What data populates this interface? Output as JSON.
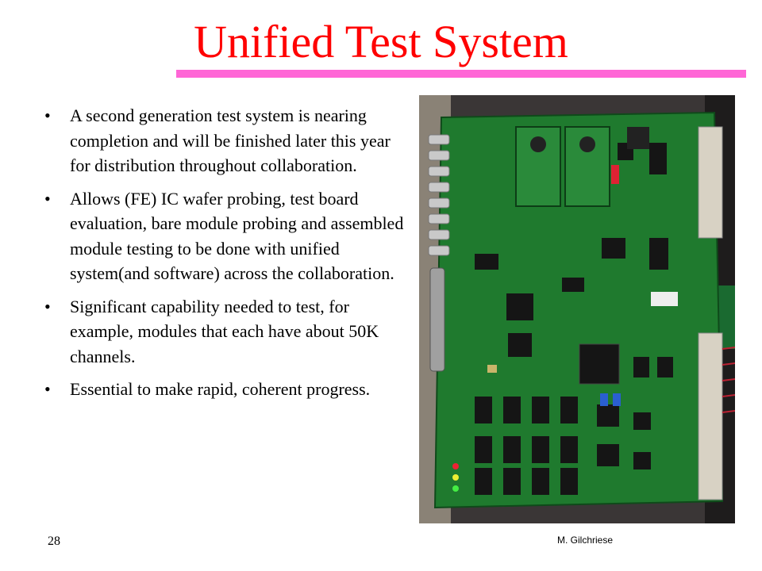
{
  "slide": {
    "title": "Unified Test System",
    "bullets": [
      "A second generation test system is nearing completion and will be finished later this year for distribution throughout collaboration.",
      "Allows (FE) IC wafer probing, test board evaluation, bare module probing and assembled module testing to be done with unified system(and software) across the collaboration.",
      "Significant capability needed to test, for example, modules that each have about 50K channels.",
      "Essential to make rapid, coherent progress."
    ],
    "bullet_glyph": "•",
    "slide_number": "28",
    "author": "M. Gilchriese"
  },
  "colors": {
    "title": "#ff0000",
    "rule": "#ff66d6",
    "pcb": "#1f7a2e"
  },
  "photo": {
    "icon": "circuit-board-photo"
  }
}
